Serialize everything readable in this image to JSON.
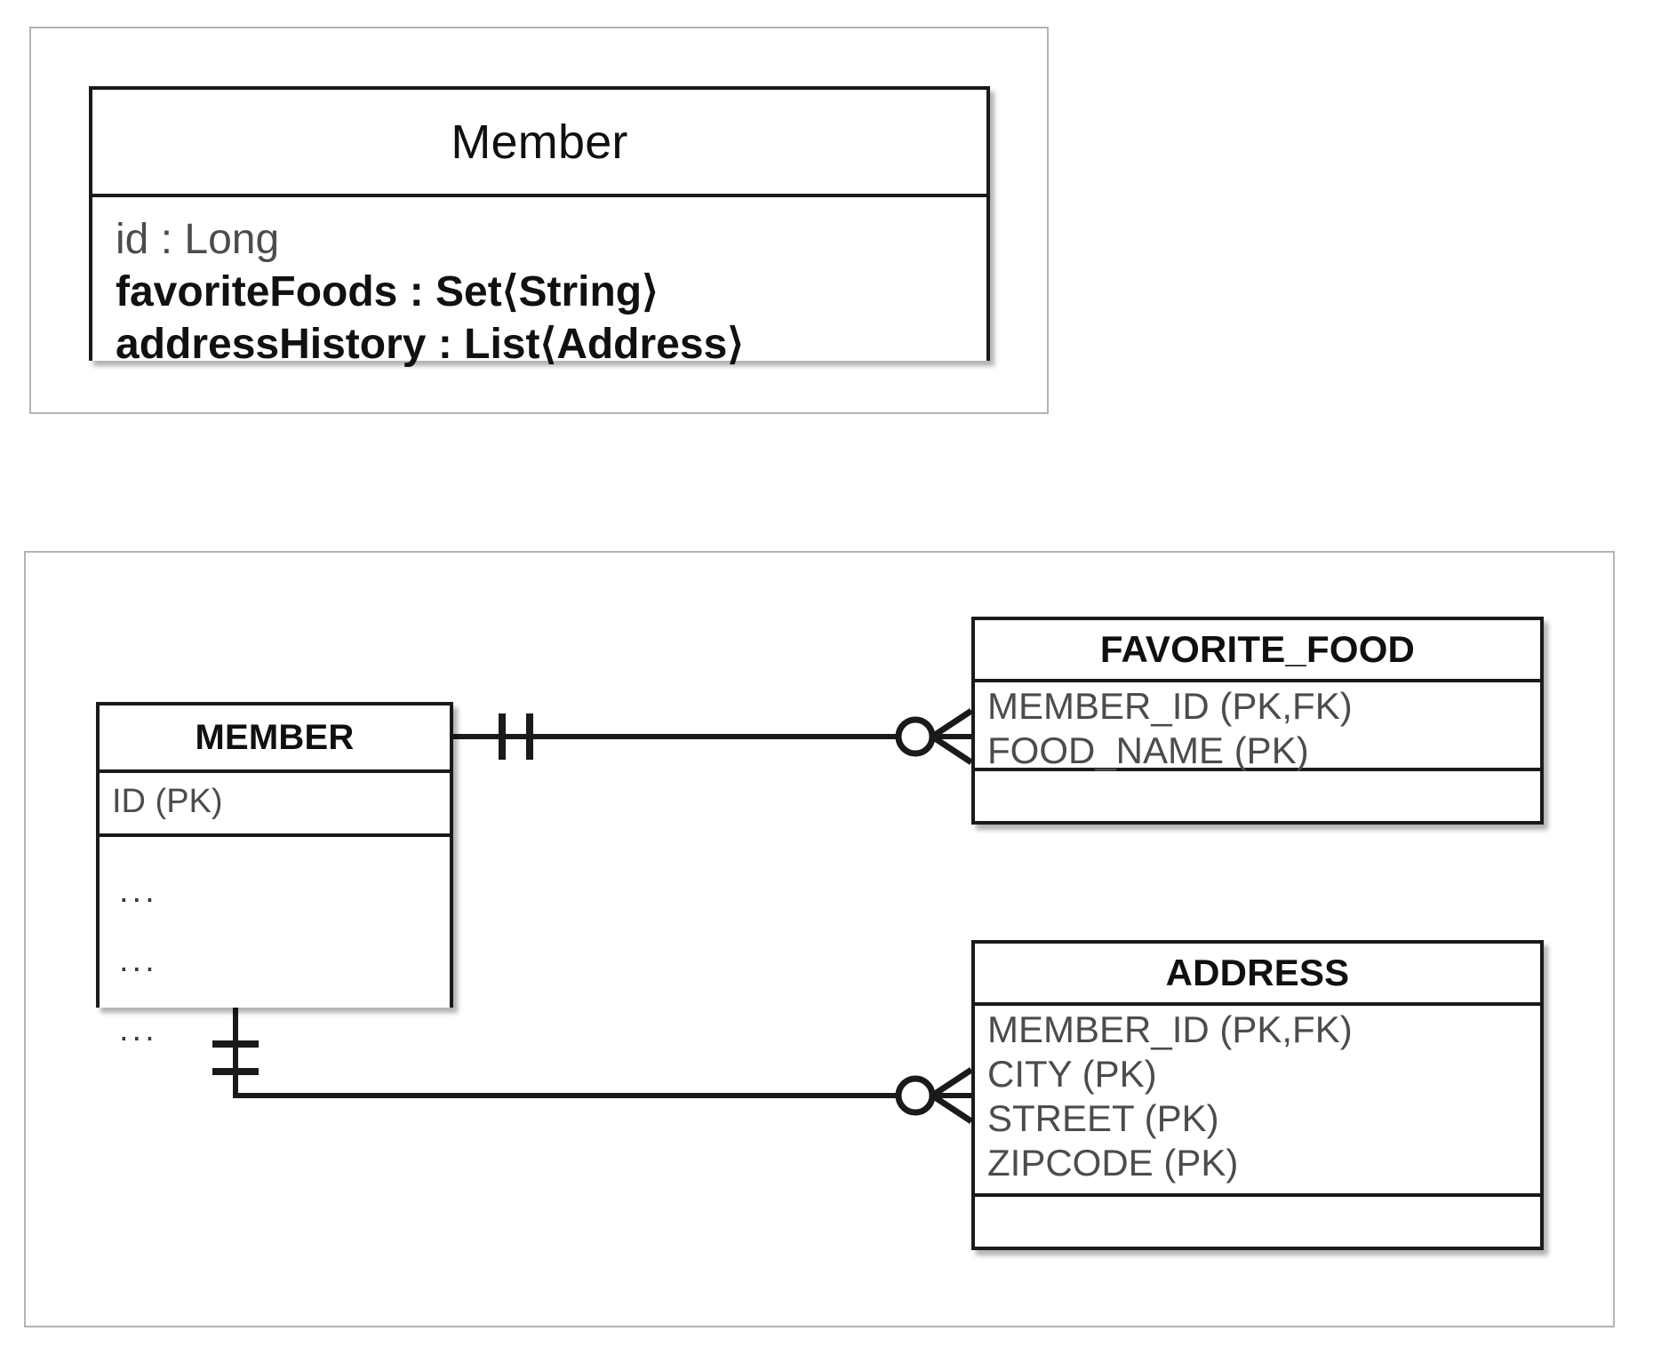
{
  "diagram": {
    "title": "Member object model mapped to relational tables",
    "panels": [
      {
        "id": "class-panel",
        "kind": "uml-class-diagram"
      },
      {
        "id": "er-panel",
        "kind": "entity-relationship-diagram"
      }
    ]
  },
  "uml": {
    "class": {
      "name": "Member",
      "attributes": [
        {
          "text": "id : Long",
          "emphasis": "normal"
        },
        {
          "text": "favoriteFoods : Set⟨String⟩",
          "emphasis": "bold"
        },
        {
          "text": "addressHistory : List⟨Address⟩",
          "emphasis": "bold"
        }
      ]
    }
  },
  "er": {
    "tables": [
      {
        "name": "MEMBER",
        "primary_key_rows": [
          "ID (PK)"
        ],
        "other_rows": [
          "...",
          "...",
          "..."
        ],
        "has_empty_footer": false
      },
      {
        "name": "FAVORITE_FOOD",
        "columns": [
          "MEMBER_ID (PK,FK)",
          "FOOD_NAME (PK)"
        ],
        "has_empty_footer": true
      },
      {
        "name": "ADDRESS",
        "columns": [
          "MEMBER_ID (PK,FK)",
          "CITY (PK)",
          "STREET (PK)",
          "ZIPCODE (PK)"
        ],
        "has_empty_footer": true
      }
    ],
    "relationships": [
      {
        "from": "MEMBER",
        "to": "FAVORITE_FOOD",
        "from_cardinality": "exactly-one",
        "to_cardinality": "zero-or-many",
        "from_symbol": "double-tick",
        "to_symbol": "circle-crowsfoot"
      },
      {
        "from": "MEMBER",
        "to": "ADDRESS",
        "from_cardinality": "exactly-one",
        "to_cardinality": "zero-or-many",
        "from_symbol": "double-tick",
        "to_symbol": "circle-crowsfoot"
      }
    ]
  },
  "colors": {
    "panel_border": "#b4b4b4",
    "box_border": "#1a1a1a",
    "title_text": "#101010",
    "attr_text": "#4c4c4c",
    "bold_attr_text": "#111111",
    "background": "#ffffff",
    "connector": "#1a1a1a"
  }
}
